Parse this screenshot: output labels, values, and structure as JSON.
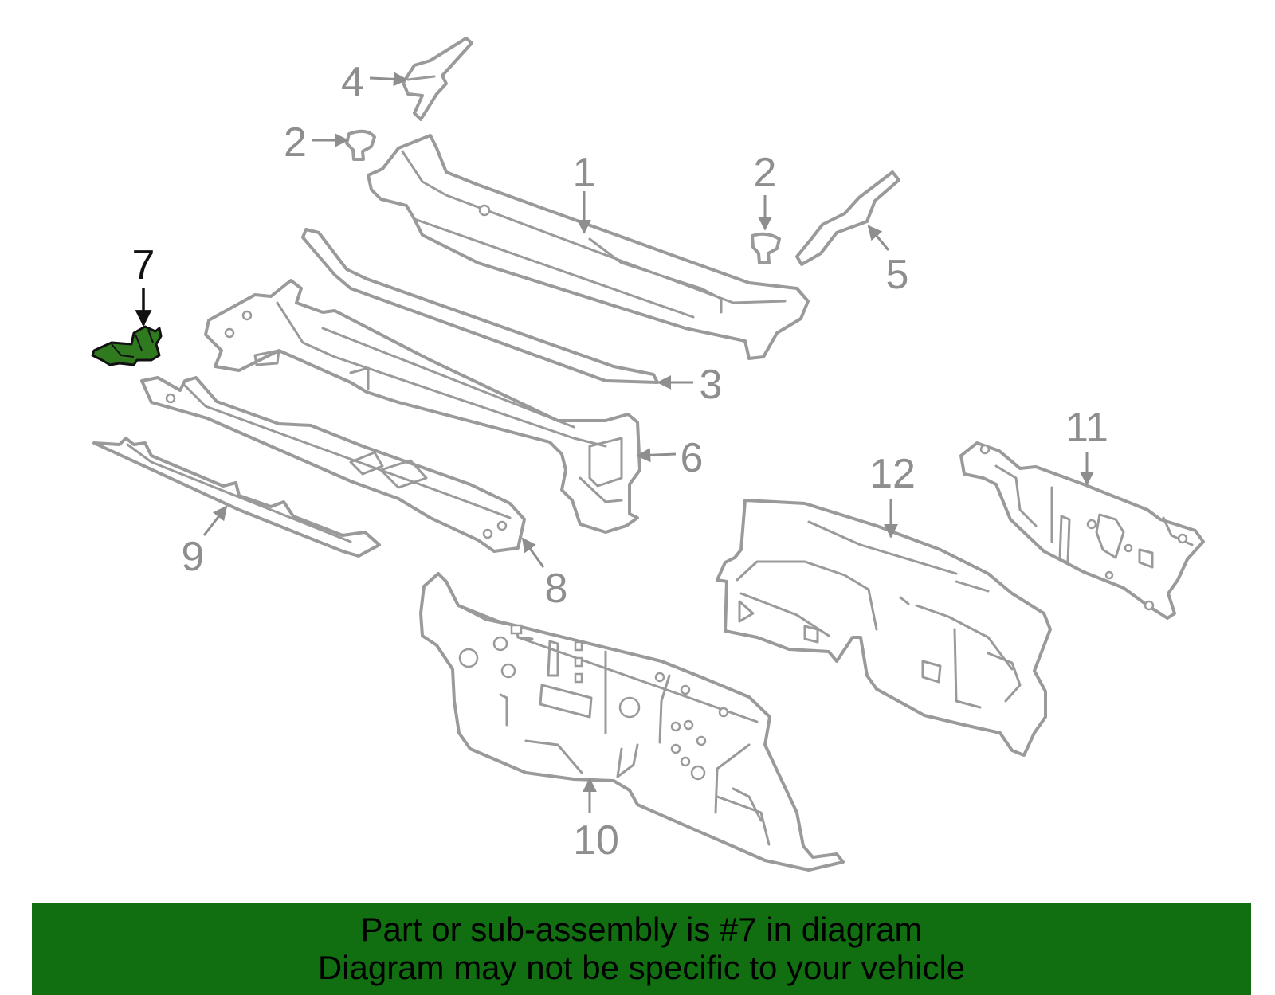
{
  "callouts": {
    "c1": "1",
    "c2a": "2",
    "c2b": "2",
    "c3": "3",
    "c4": "4",
    "c5": "5",
    "c6": "6",
    "c7": "7",
    "c8": "8",
    "c9": "9",
    "c10": "10",
    "c11": "11",
    "c12": "12"
  },
  "highlighted_part": "7",
  "colors": {
    "highlight": "#2f7a1f",
    "banner": "#116e11",
    "part_outline": "#9a9a9a"
  },
  "banner": {
    "line1": "Part or sub-assembly is #7 in diagram",
    "line2": "Diagram may not be specific to your vehicle"
  }
}
